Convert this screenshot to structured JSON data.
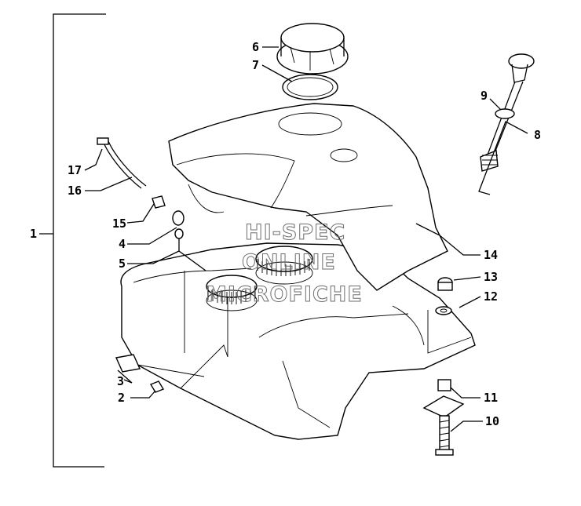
{
  "callouts": {
    "c1": "1",
    "c2": "2",
    "c3": "3",
    "c4": "4",
    "c5": "5",
    "c6": "6",
    "c7": "7",
    "c8": "8",
    "c9": "9",
    "c10": "10",
    "c11": "11",
    "c12": "12",
    "c13": "13",
    "c14": "14",
    "c15": "15",
    "c16": "16",
    "c17": "17"
  },
  "watermark": {
    "line1": "HI-SPEC",
    "line2": "ONLINE",
    "line3": "MICROFICHE"
  }
}
